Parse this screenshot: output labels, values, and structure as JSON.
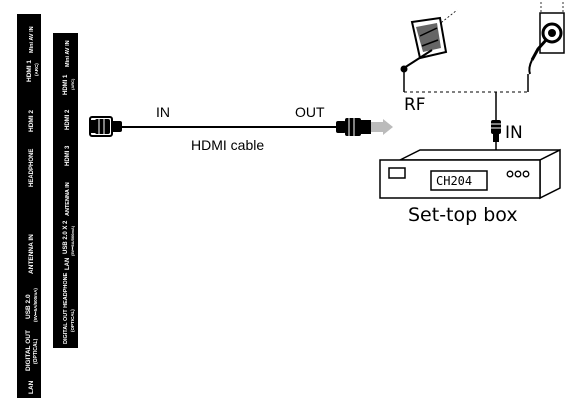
{
  "tv_panel": {
    "left_column": [
      "LAN",
      "DIGITAL OUT",
      "(OPTICAL)",
      "USB 2.0",
      "(5V⎓5A/500mA)",
      "ANTENNA IN",
      "HEADPHONE",
      "HDMI 2",
      "HDMI 1",
      "(ARC)",
      "Mini AV IN"
    ],
    "right_column": [
      "DIGITAL OUT HEADPHONE",
      "(OPTICAL)",
      "LAN",
      "USB 2.0 X 2",
      "(5V⎓5A/500mA)",
      "ANTENNA IN",
      "HDMI 3",
      "HDMI 2",
      "HDMI 1",
      "(ARC)",
      "Mini AV IN"
    ]
  },
  "cable": {
    "in_label": "IN",
    "out_label": "OUT",
    "name": "HDMI cable"
  },
  "rf_label": "RF",
  "stb_in_label": "IN",
  "stb_display": "CH204",
  "stb_label": "Set-top box"
}
